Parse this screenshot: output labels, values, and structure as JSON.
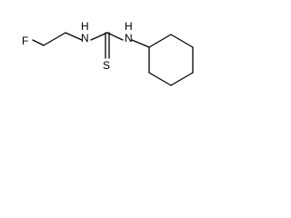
{
  "molecule": {
    "atoms": {
      "fluorine": "F",
      "nitrogen_left": "N",
      "hydrogen_left": "H",
      "nitrogen_right": "N",
      "hydrogen_right": "H",
      "sulfur": "S"
    }
  }
}
